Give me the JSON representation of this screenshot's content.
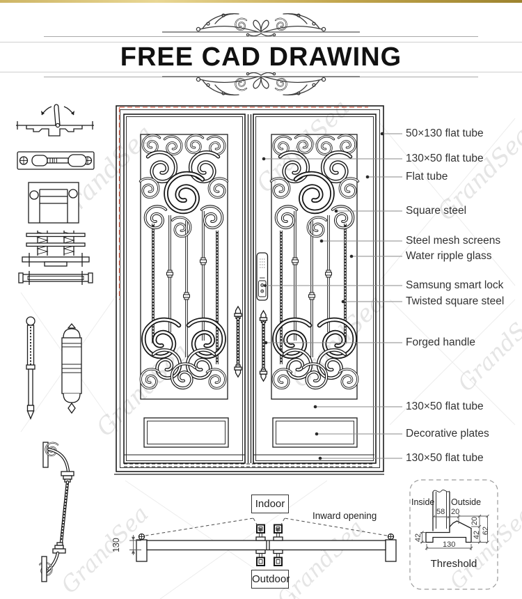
{
  "header": {
    "title": "FREE CAD DRAWING"
  },
  "watermark": {
    "text": "GrandSea"
  },
  "door_labels": [
    {
      "text": "50×130 flat tube"
    },
    {
      "text": "130×50 flat tube"
    },
    {
      "text": "Flat tube"
    },
    {
      "text": "Square steel"
    },
    {
      "text": "Steel mesh screens"
    },
    {
      "text": "Water ripple glass"
    },
    {
      "text": "Samsung smart lock"
    },
    {
      "text": "Twisted  square steel"
    },
    {
      "text": "Forged handle"
    },
    {
      "text": "130×50 flat tube"
    },
    {
      "text": "Decorative plates"
    },
    {
      "text": "130×50 flat tube"
    }
  ],
  "plan_view": {
    "indoor_label": "Indoor",
    "outdoor_label": "Outdoor",
    "opening_note": "Inward opening",
    "door_thickness": "130"
  },
  "threshold_detail": {
    "inside_label": "Inside",
    "outside_label": "Outside",
    "caption": "Threshold",
    "dim_58": "58",
    "dim_20_top": "20",
    "dim_20_right": "20",
    "dim_42_left": "42",
    "dim_42_right": "42",
    "dim_62": "62",
    "dim_130": "130"
  },
  "icons": {
    "hardware_items": [
      "latch-mechanism",
      "flush-bolt",
      "mortise-lock-body",
      "spring-hinge",
      "sill-bar",
      "hinge-pin",
      "barrel-hinge",
      "forged-pull-handle"
    ]
  },
  "colors": {
    "accent_gold": "#c6a84d",
    "line": "#1c1c1c",
    "leader": "#8a8a8a",
    "red_dash": "#e0543a",
    "watermark": "#d6d6d6"
  }
}
